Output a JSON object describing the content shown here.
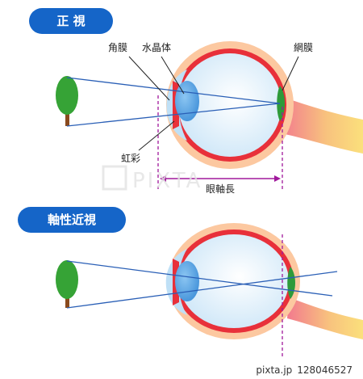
{
  "sections": {
    "normal_title": "正 視",
    "myopia_title": "軸性近視"
  },
  "labels": {
    "cornea": "角膜",
    "lens": "水晶体",
    "retina": "網膜",
    "iris": "虹彩",
    "axial_length": "眼軸長"
  },
  "watermark": "PIXTA",
  "credit": {
    "site": "pixta.jp",
    "id": "128046527"
  },
  "colors": {
    "pill": "#1565c8",
    "ray": "#2a5fb6",
    "guide": "#a0189c",
    "sclera": "#fcc8a0",
    "choroid": "#e8303a",
    "vitreous": "#daeefa",
    "lens": "#4b9be0",
    "retina": "#2e9a3a",
    "tree_leaf": "#36a336",
    "tree_trunk": "#8a4a1e"
  }
}
